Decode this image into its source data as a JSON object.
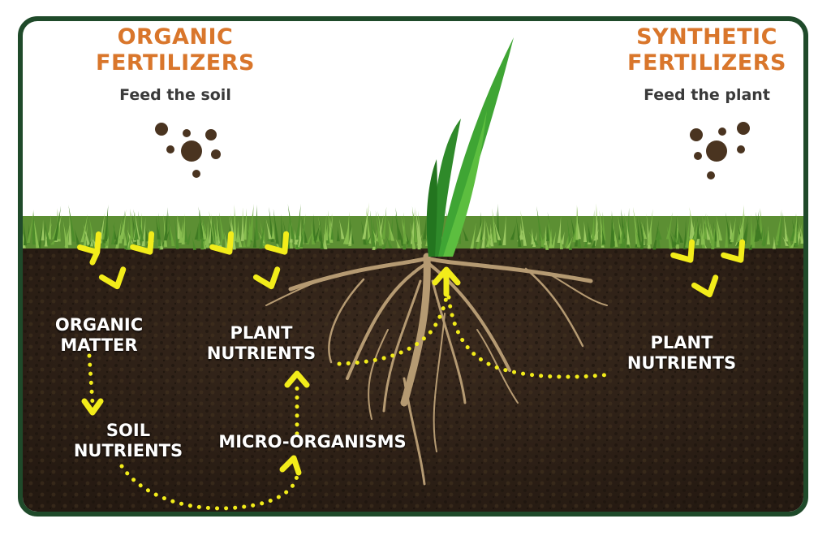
{
  "organic": {
    "title_line1": "ORGANIC",
    "title_line2": "FERTILIZERS",
    "subtitle": "Feed the soil"
  },
  "synthetic": {
    "title_line1": "SYNTHETIC",
    "title_line2": "FERTILIZERS",
    "subtitle": "Feed the plant"
  },
  "labels": {
    "organic_matter_1": "ORGANIC",
    "organic_matter_2": "MATTER",
    "soil_nutrients_1": "SOIL",
    "soil_nutrients_2": "NUTRIENTS",
    "micro_organisms": "MICRO-ORGANISMS",
    "plant_nutrients_left_1": "PLANT",
    "plant_nutrients_left_2": "NUTRIENTS",
    "plant_nutrients_right_1": "PLANT",
    "plant_nutrients_right_2": "NUTRIENTS"
  },
  "colors": {
    "frame": "#1f4a2a",
    "heading": "#d9762b",
    "arrow": "#f2ec1a",
    "soil": "#2e2118",
    "grass": "#4a8a2a",
    "root": "#b59a72",
    "pellet": "#4a3420"
  }
}
